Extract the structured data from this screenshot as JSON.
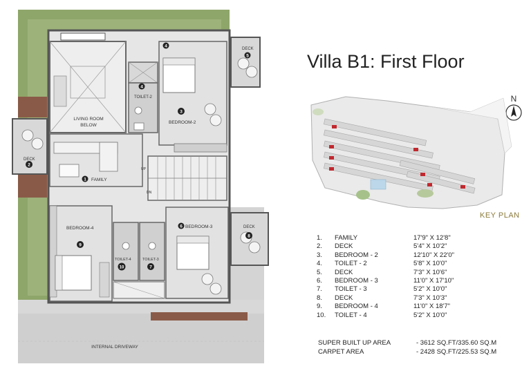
{
  "title": "Villa B1: First Floor",
  "north_label": "N",
  "key_plan_label": "KEY PLAN",
  "plan_labels": {
    "living_room": "LIVING ROOM",
    "living_room_below": "BELOW",
    "family": "FAMILY",
    "bedroom2": "BEDROOM-2",
    "toilet2": "TOILET-2",
    "deck": "DECK",
    "bedroom3": "BEDROOM-3",
    "bedroom4": "BEDROOM-4",
    "toilet3": "TOILET-3",
    "toilet4": "TOILET-4",
    "up": "UP",
    "dn": "DN",
    "driveway": "INTERNAL DRIVEWAY"
  },
  "markers": {
    "family": "1",
    "deck_left": "2",
    "bedroom2": "3",
    "toilet2": "4",
    "top_toilet": "4",
    "deck_top": "5",
    "bedroom3": "6",
    "toilet3": "7",
    "deck_right": "8",
    "bedroom4": "9",
    "toilet4": "10"
  },
  "rooms": [
    {
      "no": "1.",
      "name": "FAMILY",
      "dim": "17'9\" X 12'8\""
    },
    {
      "no": "2.",
      "name": "DECK",
      "dim": "5'4\" X 10'2\""
    },
    {
      "no": "3.",
      "name": "BEDROOM - 2",
      "dim": "12'10\" X 22'0\""
    },
    {
      "no": "4.",
      "name": "TOILET - 2",
      "dim": "5'8\" X 10'0\""
    },
    {
      "no": "5.",
      "name": "DECK",
      "dim": "7'3\" X 10'6\""
    },
    {
      "no": "6.",
      "name": "BEDROOM - 3",
      "dim": "11'0\" X 17'10\""
    },
    {
      "no": "7.",
      "name": "TOILET - 3",
      "dim": "5'2\" X 10'0\""
    },
    {
      "no": "8.",
      "name": "DECK",
      "dim": "7'3\" X 10'3\""
    },
    {
      "no": "9.",
      "name": "BEDROOM - 4",
      "dim": "11'0\" X 18'7\""
    },
    {
      "no": "10.",
      "name": "TOILET - 4",
      "dim": "5'2\" X 10'0\""
    }
  ],
  "areas": [
    {
      "label": "SUPER BUILT UP AREA",
      "value": "- 3612 SQ.FT/335.60 SQ.M"
    },
    {
      "label": "CARPET AREA",
      "value": "- 2428 SQ.FT/225.53 SQ.M"
    }
  ],
  "colors": {
    "lawn": "#8fa66a",
    "wall": "#555555",
    "floor": "#e6e6e6",
    "brick": "#8a5a48",
    "paving": "#d4d4d4",
    "keyplan_accent": "#c0292f",
    "key_label": "#8a7a3a"
  }
}
